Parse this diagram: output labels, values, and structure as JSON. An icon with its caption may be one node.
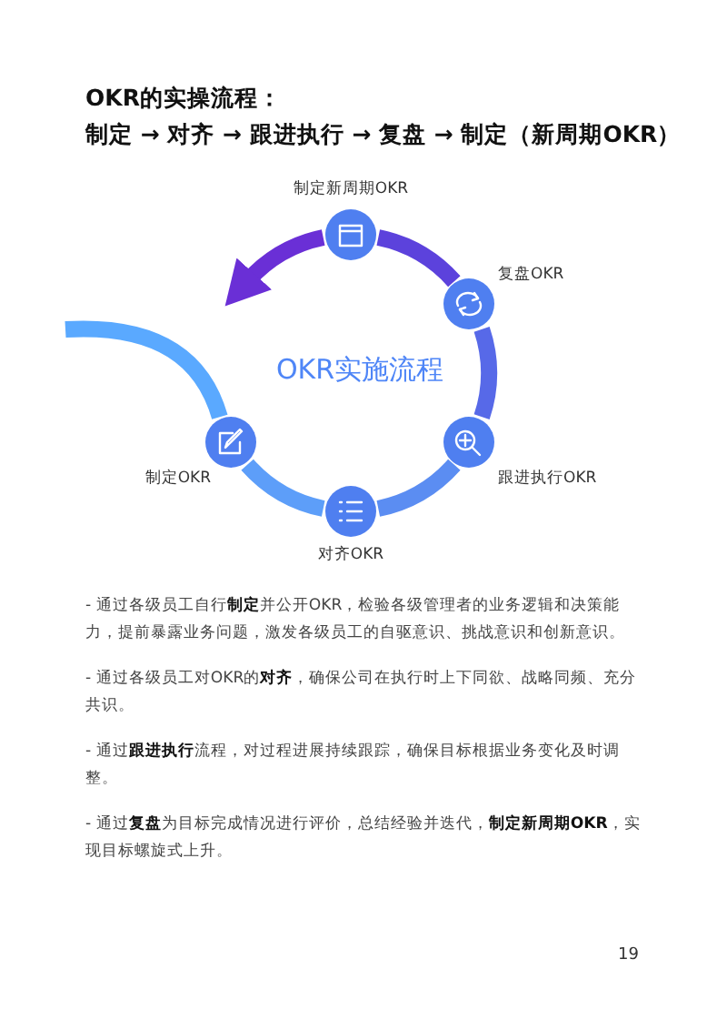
{
  "diagram": {
    "title": "OKR的实操流程：",
    "nodes": [
      {
        "text": [
          "制定新周期OKR"
        ]
      },
      {
        "text": [
          "复盘OKR"
        ]
      },
      {
        "text": [
          "制定OKR"
        ]
      },
      {
        "text": [
          "跟进执行OKR"
        ]
      },
      {
        "text": [
          "对齐OKR"
        ]
      }
    ],
    "edges": [
      {
        "from": null,
        "to": 2,
        "arrow": "none",
        "color": "#5aa9ff"
      },
      {
        "from": 2,
        "to": 4,
        "arrow": "none",
        "color": "#5d9ef9"
      },
      {
        "from": 4,
        "to": 3,
        "arrow": "none",
        "color": "#5b8df2"
      },
      {
        "from": 3,
        "to": 1,
        "arrow": "none",
        "color": "#5769e8"
      },
      {
        "from": 1,
        "to": 0,
        "arrow": "none",
        "color": "#5c42dc"
      },
      {
        "from": 0,
        "to": null,
        "arrow": "to",
        "color": "#6a2fd6"
      }
    ],
    "labels": [
      "制定 → 对齐 → 跟进执行 → 复盘 → 制定（新周期OKR）",
      "OKR实施流程",
      "- 通过各级员工自行**制定**并公开OKR，检验各级管理者的业务逻辑和决策能力，提前暴露业务问题，激发各级员工的自驱意识、挑战意识和创新意识。",
      "- 通过各级员工对OKR的**对齐**，确保公司在执行时上下同欲、战略同频、充分共识。",
      "- 通过**跟进执行**流程，对过程进展持续跟踪，确保目标根据业务变化及时调整。",
      "- 通过**复盘**为目标完成情况进行评价，总结经验并迭代，**制定新周期OKR**，实现目标螺旋式上升。",
      "19"
    ]
  }
}
